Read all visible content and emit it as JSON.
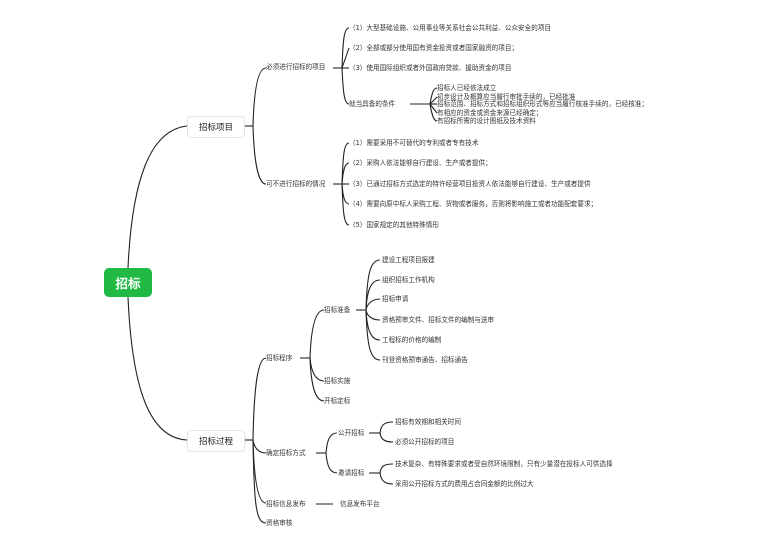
{
  "root": "招标",
  "sections": {
    "items": {
      "label": "招标项目",
      "required": {
        "label": "必须进行招标的项目",
        "items": [
          "（1）大型基础设施、公用事业等关系社会公共利益、公众安全的项目",
          "（2）全部或部分使用国有资金投资或者国家融资的项目；",
          "（3）使用国际组织或者外国政府贷款、援助资金的项目"
        ],
        "conditions": {
          "label": "就当具备的条件",
          "lines": [
            "招标人已经依法成立",
            "初步设计及概算应当履行审批手续的，已经批准",
            "招标范围、招标方式和招标组织形式等应当履行核准手续的，已经核准；",
            "有相应的资金或资金来源已经确定；",
            "有招标所需的设计图纸及技术资料"
          ]
        }
      },
      "exempt": {
        "label": "可不进行招标的情况",
        "items": [
          "（1）需要采用不可替代的专利或者专有技术",
          "（2）采购人依法能够自行建设、生产或者提供；",
          "（3）已通过招标方式选定的特许经营项目投资人依法能够自行建设、生产或者提供",
          "（4）需要向原中标人采购工程、货物或者服务，否则将影响施工或者功能配套要求；",
          "（5）国家规定的其他特殊情形"
        ]
      }
    },
    "process": {
      "label": "招标过程",
      "procedure": {
        "label": "招标程序",
        "prep": {
          "label": "招标准备",
          "items": [
            "建设工程项目报建",
            "组织招标工作机构",
            "招标申请",
            "资格预审文件、招标文件的编制与送审",
            "工程标的价格的编制",
            "刊登资格预审通告、招标通告"
          ]
        },
        "implement": "招标实施",
        "bid_open": "开标定标"
      },
      "method": {
        "label": "确定招标方式",
        "open": {
          "label": "公开招标",
          "items": [
            "招标有效期和相关时间",
            "必须公开招标的项目"
          ]
        },
        "invite": {
          "label": "邀请招标",
          "items": [
            "技术复杂、有特殊要求或者受自然环境限制，只有少量潜在投标人可供选择",
            "采用公开招标方式的费用占合同金额的比例过大"
          ]
        }
      },
      "publish": {
        "label": "招标信息发布",
        "child": "信息发布平台"
      },
      "qualification": "资格审核"
    }
  }
}
